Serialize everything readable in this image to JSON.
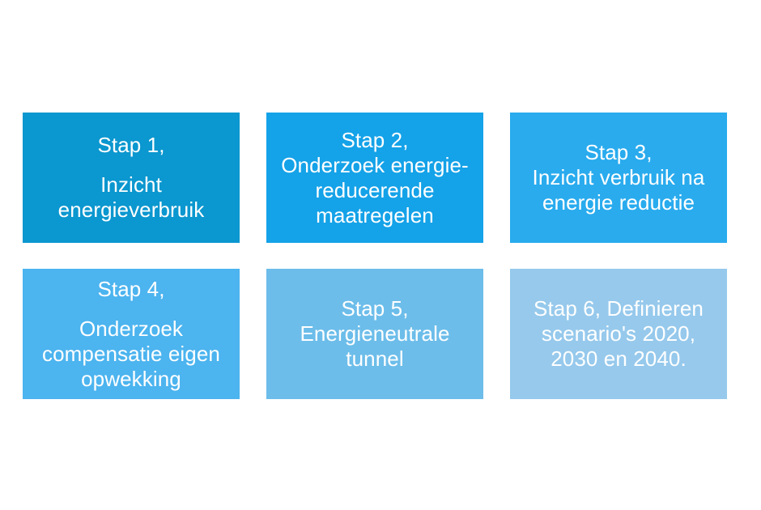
{
  "slide": {
    "background_color": "#ffffff",
    "text_color": "#ffffff",
    "title": ""
  },
  "steps": [
    {
      "id": "stap-1",
      "color": "#0b97cf",
      "heading": "Stap 1,",
      "has_gap_after_heading": true,
      "lines": [
        "Inzicht",
        "energieverbruik"
      ],
      "full_text": "Stap 1, Inzicht energieverbruik"
    },
    {
      "id": "stap-2",
      "color": "#14a2e8",
      "heading": "Stap 2,",
      "has_gap_after_heading": false,
      "lines": [
        "Onderzoek energie-",
        "reducerende",
        "maatregelen"
      ],
      "full_text": "Stap 2, Onderzoek energie-reducerende maatregelen"
    },
    {
      "id": "stap-3",
      "color": "#29abee",
      "heading": "Stap 3,",
      "has_gap_after_heading": false,
      "lines": [
        "Inzicht verbruik na",
        "energie reductie"
      ],
      "full_text": "Stap 3, Inzicht verbruik na energie reductie"
    },
    {
      "id": "stap-4",
      "color": "#4cb4ef",
      "heading": "Stap 4,",
      "has_gap_after_heading": true,
      "lines": [
        "Onderzoek",
        "compensatie eigen",
        "opwekking"
      ],
      "full_text": "Stap 4, Onderzoek compensatie eigen opwekking"
    },
    {
      "id": "stap-5",
      "color": "#6cbdea",
      "heading": "Stap 5,",
      "has_gap_after_heading": false,
      "lines": [
        "Energieneutrale",
        "tunnel"
      ],
      "full_text": "Stap 5, Energieneutrale tunnel"
    },
    {
      "id": "stap-6",
      "color": "#96c9ec",
      "heading": "",
      "has_gap_after_heading": false,
      "lines": [
        "Stap 6, Definieren",
        "scenario's 2020,",
        "2030 en 2040."
      ],
      "full_text": "Stap 6, Definieren scenario's 2020, 2030 en 2040."
    }
  ]
}
